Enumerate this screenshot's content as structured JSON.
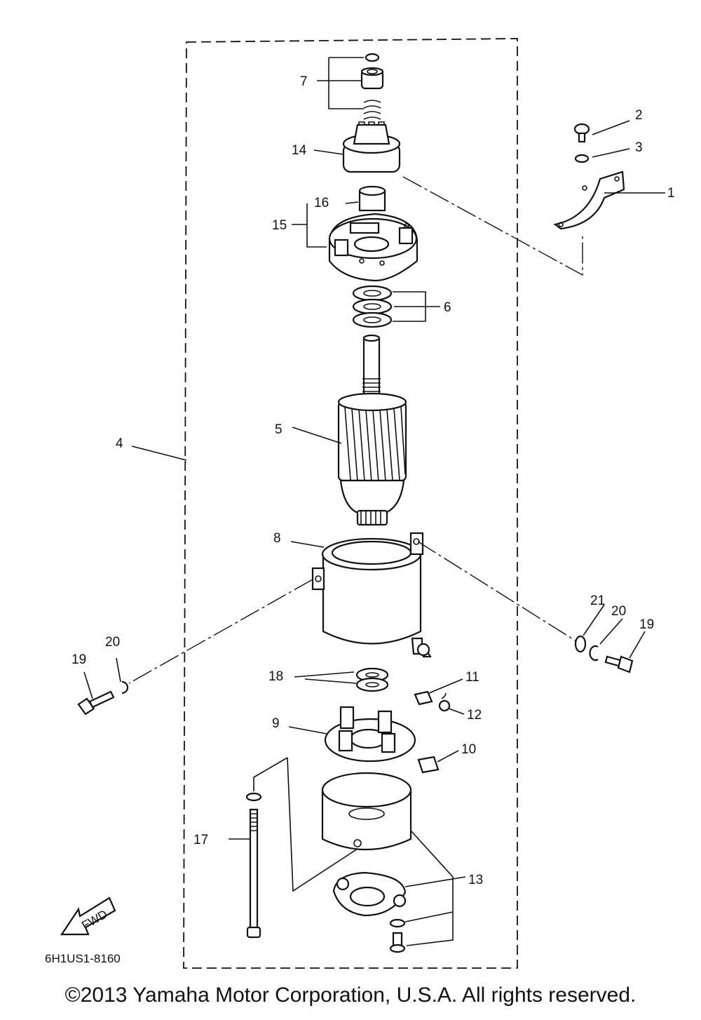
{
  "diagram": {
    "callouts": [
      "1",
      "2",
      "3",
      "4",
      "5",
      "6",
      "7",
      "8",
      "9",
      "10",
      "11",
      "12",
      "13",
      "14",
      "15",
      "16",
      "17",
      "18",
      "19",
      "20",
      "21"
    ],
    "fwd_label": "FWD",
    "drawing_code": "6H1US1-8160",
    "copyright": "©2013 Yamaha Motor Corporation, U.S.A. All rights reserved."
  }
}
